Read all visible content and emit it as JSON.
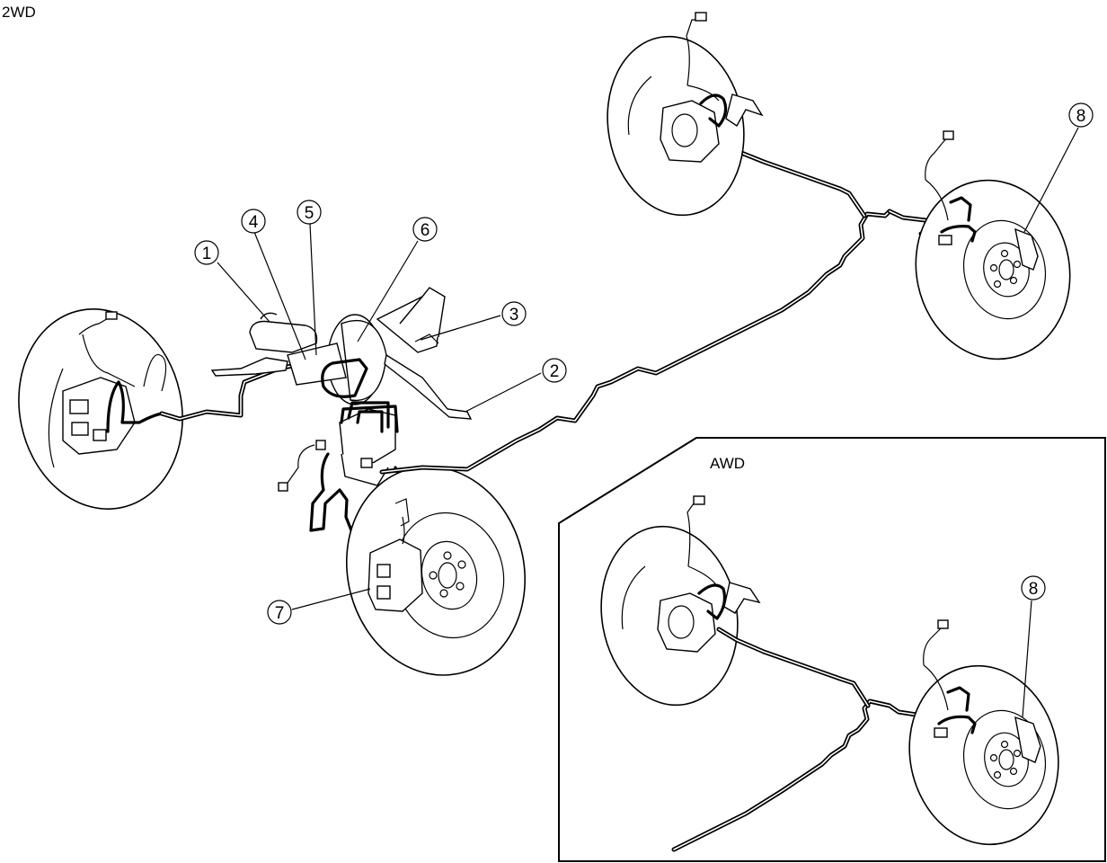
{
  "labels": {
    "variant_2wd": "2WD",
    "variant_awd": "AWD"
  },
  "callouts": {
    "c1": "1",
    "c2": "2",
    "c3": "3",
    "c4": "4",
    "c5": "5",
    "c6": "6",
    "c7": "7",
    "c8_main": "8",
    "c8_awd": "8"
  }
}
